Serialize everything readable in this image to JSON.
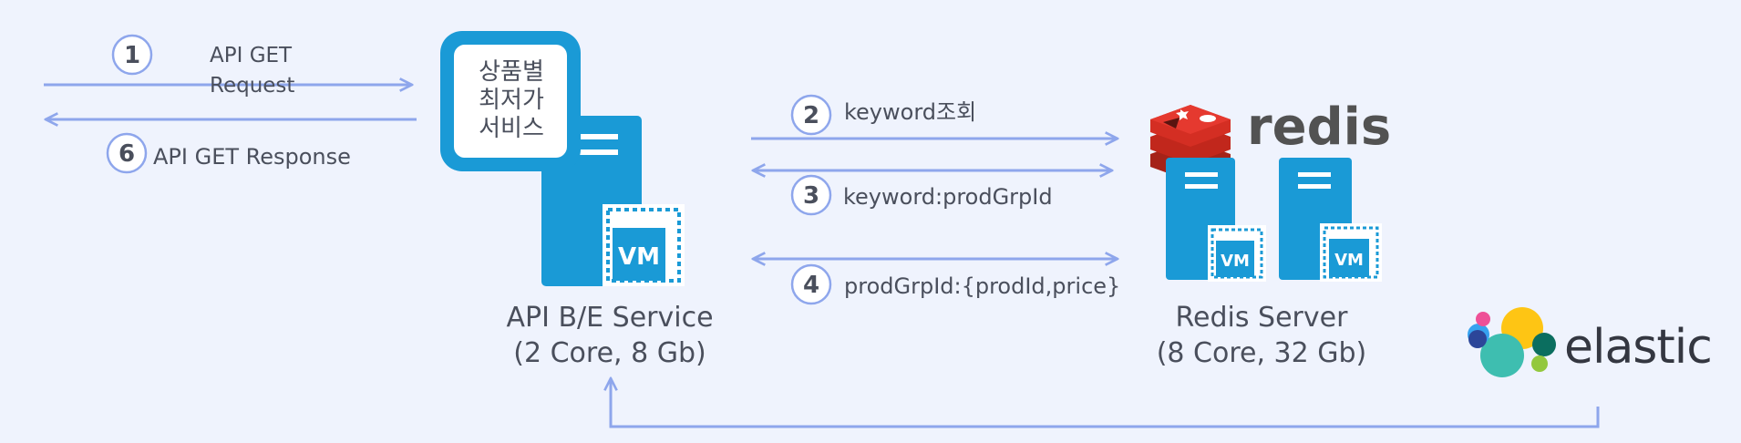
{
  "colors": {
    "background": "#eff3fd",
    "arrow": "#8ea6ec",
    "server": "#1a9ad6",
    "card_border": "#1a9ad6",
    "text": "#4a4f5c",
    "redis_red": "#d42e23",
    "redis_text": "#525252",
    "elastic_text": "#343741"
  },
  "steps": [
    {
      "num": "1",
      "label_line1": "API GET",
      "label_line2": "Request"
    },
    {
      "num": "2",
      "label": "keyword조회"
    },
    {
      "num": "3",
      "label": "keyword:prodGrpId"
    },
    {
      "num": "4",
      "label": "prodGrpId:{prodId,price}"
    },
    {
      "num": "6",
      "label": "API GET Response"
    }
  ],
  "service_card": {
    "lines": [
      "상품별",
      "최저가",
      "서비스"
    ]
  },
  "api_server": {
    "name": "API B/E Service",
    "spec": "(2 Core, 8 Gb)",
    "vm_badge": "VM"
  },
  "redis_server": {
    "name": "Redis Server",
    "spec": "(8 Core, 32 Gb)",
    "vm_badge": "VM"
  },
  "redis_logo": {
    "text": "redis"
  },
  "elastic_logo": {
    "text": "elastic"
  }
}
